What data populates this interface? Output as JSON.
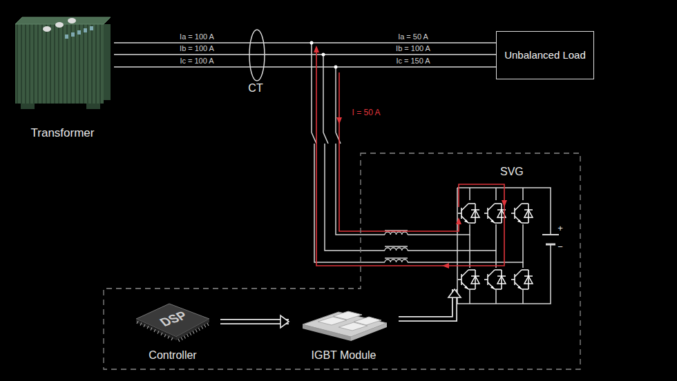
{
  "diagram": {
    "nodes": [
      {
        "text": [
          "Transformer"
        ]
      },
      {
        "text": [
          "Unbalanced Load"
        ]
      },
      {
        "text": [
          "SVG"
        ]
      },
      {
        "text": [
          "DSP",
          "Controller"
        ]
      },
      {
        "text": [
          "IGBT Module"
        ]
      }
    ],
    "edges": [
      {
        "from": 3,
        "to": 4,
        "arrow": "to"
      },
      {
        "from": 4,
        "to": 2,
        "arrow": "to"
      }
    ],
    "labels": [
      "Ia = 100 A",
      "Ib = 100 A",
      "Ic = 100 A",
      "CT",
      "Ia = 50 A",
      "Ib = 100 A",
      "Ic = 150 A",
      "I = 50 A",
      "+",
      "−"
    ]
  }
}
